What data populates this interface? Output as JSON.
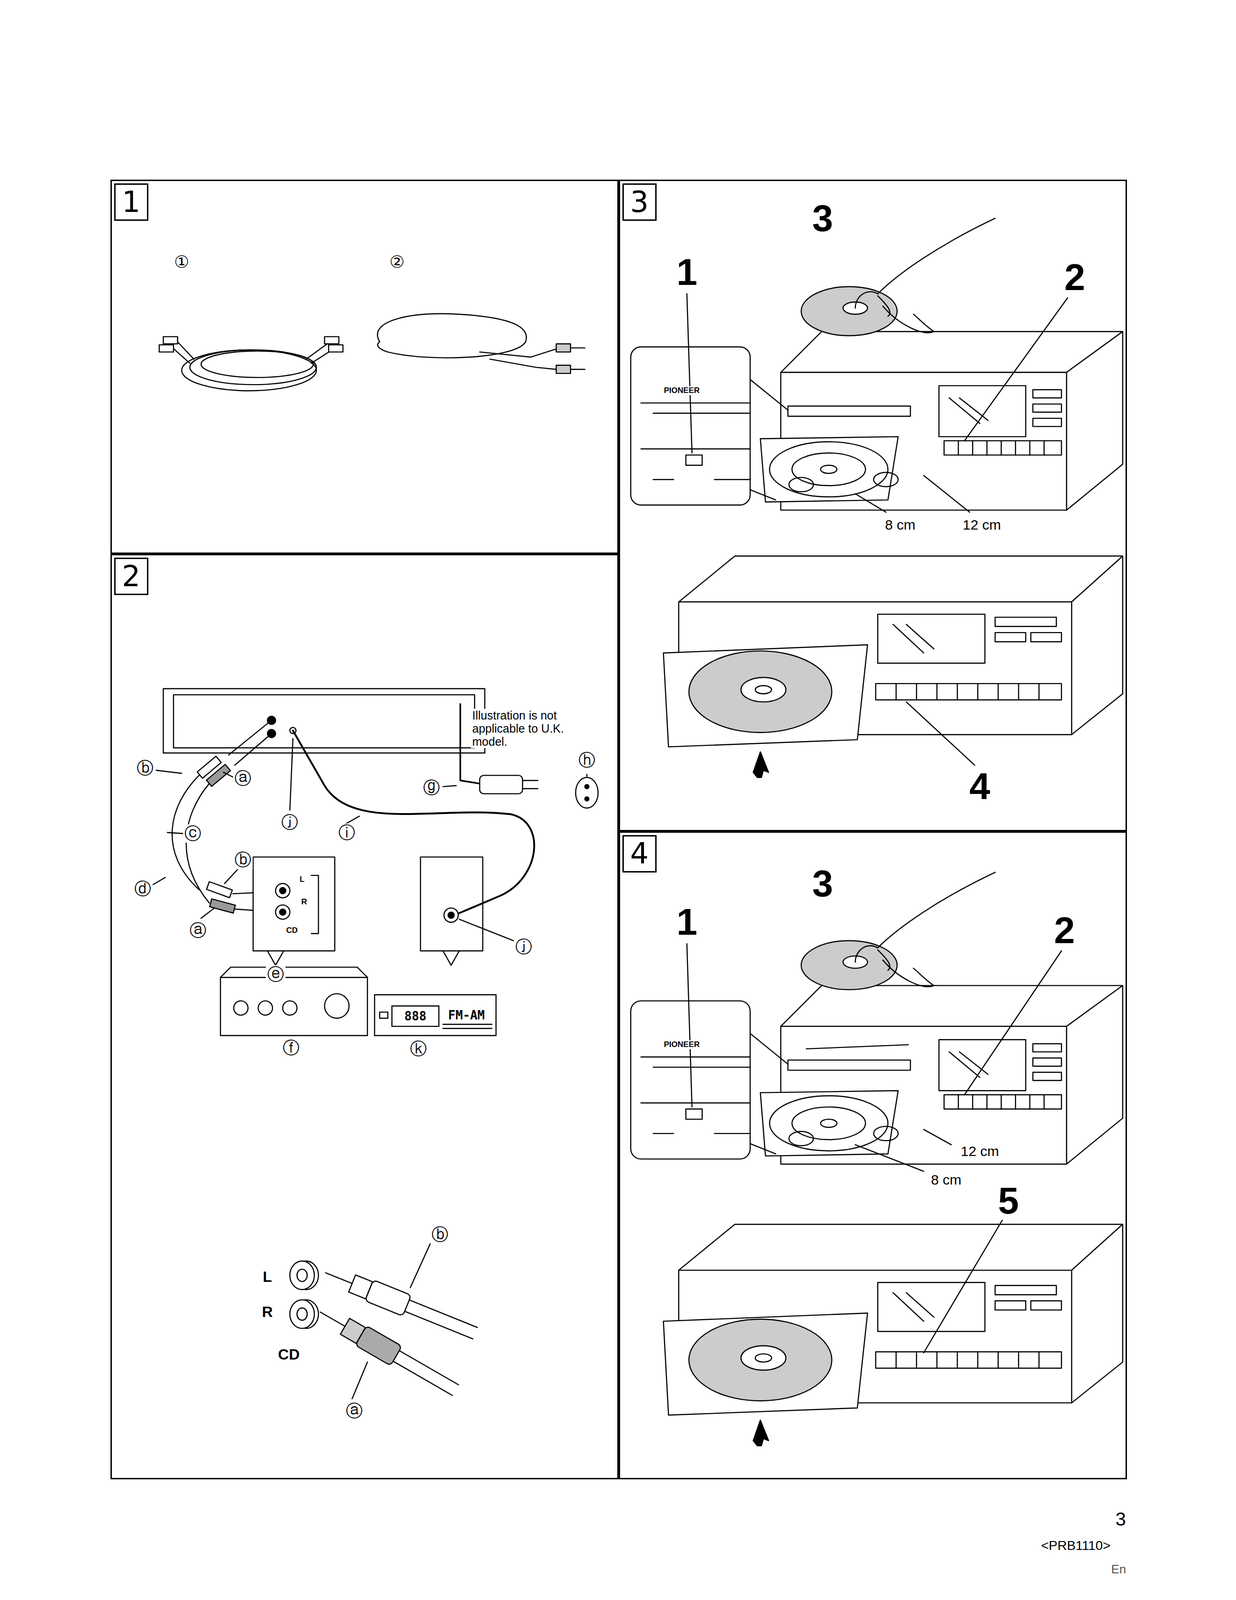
{
  "diagram": {
    "nodes": [
      {
        "text": [
          "1"
        ]
      },
      {
        "text": [
          "2"
        ]
      },
      {
        "text": [
          "3"
        ]
      },
      {
        "text": [
          "4"
        ]
      }
    ],
    "labels": [
      "①",
      "②",
      "Illustration is not applicable to U.K. model.",
      "ⓑ",
      "ⓐ",
      "ⓙ",
      "ⓗ",
      "ⓖ",
      "ⓒ",
      "ⓘ",
      "ⓑ",
      "ⓓ",
      "ⓐ",
      "L",
      "R",
      "CD",
      "ⓔ",
      "ⓙ",
      "ⓕ",
      "888",
      "FM-AM",
      "ⓚ",
      "L",
      "ⓑ",
      "R",
      "CD",
      "ⓐ",
      "PIONEER",
      "3",
      "1",
      "2",
      "8 cm",
      "12 cm",
      "4",
      "PIONEER",
      "3",
      "1",
      "2",
      "12 cm",
      "8 cm",
      "5",
      "3",
      "<PRB1110>",
      "En"
    ]
  }
}
